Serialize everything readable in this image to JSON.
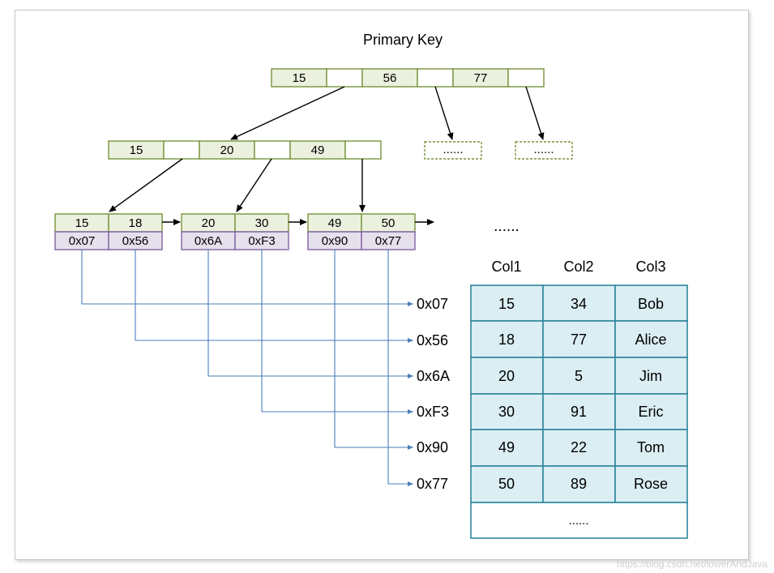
{
  "title": "Primary Key",
  "root": {
    "keys": [
      "15",
      "56",
      "77"
    ],
    "children_placeholder": "......"
  },
  "level2": {
    "keys": [
      "15",
      "20",
      "49"
    ]
  },
  "leaves": [
    {
      "keys": [
        "15",
        "18"
      ],
      "ptrs": [
        "0x07",
        "0x56"
      ]
    },
    {
      "keys": [
        "20",
        "30"
      ],
      "ptrs": [
        "0x6A",
        "0xF3"
      ]
    },
    {
      "keys": [
        "49",
        "50"
      ],
      "ptrs": [
        "0x90",
        "0x77"
      ]
    }
  ],
  "leaf_ellipsis": "......",
  "addresses": [
    "0x07",
    "0x56",
    "0x6A",
    "0xF3",
    "0x90",
    "0x77"
  ],
  "table": {
    "headers": [
      "Col1",
      "Col2",
      "Col3"
    ],
    "rows": [
      [
        "15",
        "34",
        "Bob"
      ],
      [
        "18",
        "77",
        "Alice"
      ],
      [
        "20",
        "5",
        "Jim"
      ],
      [
        "30",
        "91",
        "Eric"
      ],
      [
        "49",
        "22",
        "Tom"
      ],
      [
        "50",
        "89",
        "Rose"
      ]
    ],
    "ellipsis": "......"
  },
  "watermark": "https://blog.csdn.net/lowerAndJava",
  "colors": {
    "node_fill": "#ebf1de",
    "node_stroke": "#77933c",
    "ptr_fill": "#e5e0ec",
    "ptr_stroke": "#8064a2",
    "table_fill": "#daeef3",
    "table_stroke": "#31859c",
    "line_blue": "#4a7ebb"
  }
}
